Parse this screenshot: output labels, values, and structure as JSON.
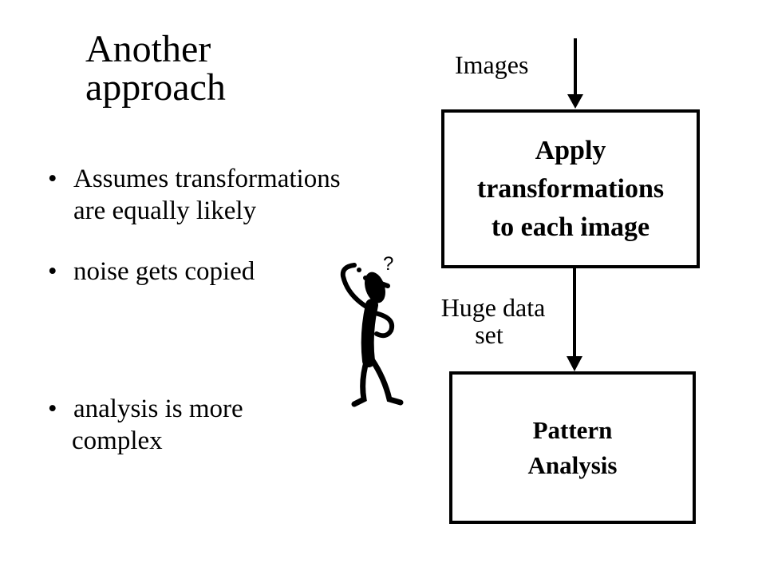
{
  "slide": {
    "title_line1": "Another",
    "title_line2": "approach",
    "bullet_glyph": "•",
    "bullets": [
      {
        "line1": "Assumes transformations",
        "line2": "are equally likely"
      },
      {
        "line1": "noise gets copied"
      },
      {
        "line1": "analysis is more",
        "line2": "complex"
      }
    ]
  },
  "diagram": {
    "input_label": "Images",
    "box1_text": "Apply\ntransformations\nto each image",
    "middle_label_line1": "Huge data",
    "middle_label_line2": "set",
    "box2_text": "Pattern\nAnalysis"
  },
  "clipart": {
    "question_mark": "?",
    "icon": "confused-stick-figure-icon"
  }
}
